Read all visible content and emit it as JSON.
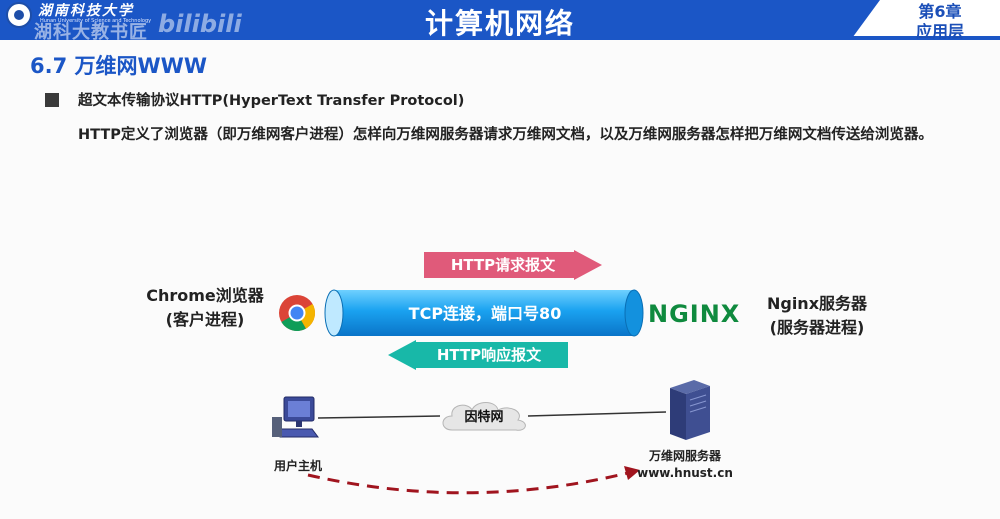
{
  "header": {
    "university_cn": "湖南科技大学",
    "university_en": "Hunan University of Science and Technology",
    "watermark_cn": "湖科大教书匠",
    "watermark_bili": "bilibili",
    "title": "计算机网络",
    "chapter_number": "第6章",
    "chapter_name": "应用层",
    "bar_color": "#1b56c6"
  },
  "section": {
    "title": "6.7 万维网WWW",
    "bullet": "超文本传输协议HTTP(HyperText Transfer Protocol)",
    "paragraph": "HTTP定义了浏览器（即万维网客户进程）怎样向万维网服务器请求万维网文档，以及万维网服务器怎样把万维网文档传送给浏览器。"
  },
  "diagram": {
    "client_label_line1": "Chrome浏览器",
    "client_label_line2": "(客户进程)",
    "server_label_line1": "Nginx服务器",
    "server_label_line2": "(服务器进程)",
    "nginx_logo": "NGINX",
    "tcp_connection": "TCP连接，端口号80",
    "request_message": "HTTP请求报文",
    "response_message": "HTTP响应报文",
    "internet": "因特网",
    "host_label": "用户主机",
    "web_server_label": "万维网服务器",
    "web_server_domain": "www.hnust.cn",
    "colors": {
      "tunnel": "#1aa2f0",
      "request_arrow": "#e05a7a",
      "response_arrow": "#18b8a8",
      "dashed_arrow": "#a0141e",
      "nginx": "#0f8a3e"
    }
  }
}
